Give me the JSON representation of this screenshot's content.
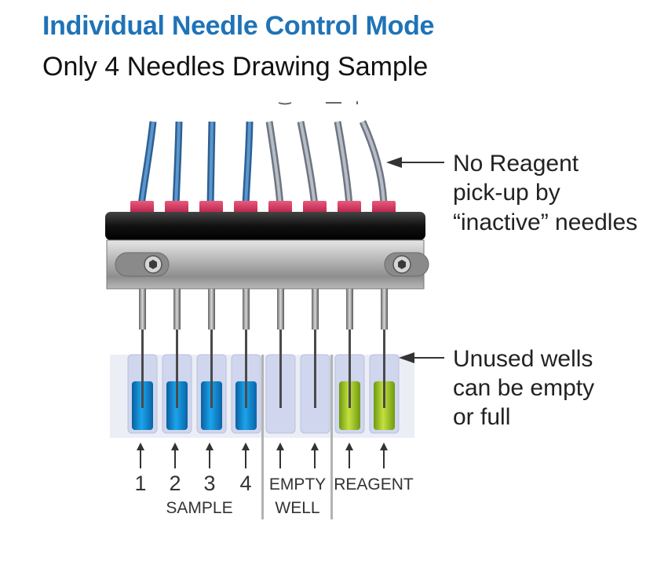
{
  "title": "Individual Needle Control Mode",
  "subtitle": "Only 4 Needles Drawing Sample",
  "annotations": {
    "top": [
      "No Reagent",
      "pick-up by",
      "“inactive” needles"
    ],
    "bottom": [
      "Unused wells",
      "can be empty",
      "or full"
    ]
  },
  "well_numbers": [
    "1",
    "2",
    "3",
    "4"
  ],
  "groups": {
    "sample": "SAMPLE",
    "empty_well": [
      "EMPTY",
      "WELL"
    ],
    "reagent": "REAGENT"
  },
  "wells": [
    {
      "fill": "blue"
    },
    {
      "fill": "blue"
    },
    {
      "fill": "blue"
    },
    {
      "fill": "blue"
    },
    {
      "fill": "empty"
    },
    {
      "fill": "empty"
    },
    {
      "fill": "green"
    },
    {
      "fill": "green"
    }
  ],
  "colors": {
    "title": "#1f73b7",
    "active_tube": "#3f7fb8",
    "inactive_tube": "#8f97a4",
    "connector": "#d0325a",
    "blue_liquid": "#0f8fd8",
    "green_liquid": "#9cc020",
    "well": "#cfd6ee"
  }
}
